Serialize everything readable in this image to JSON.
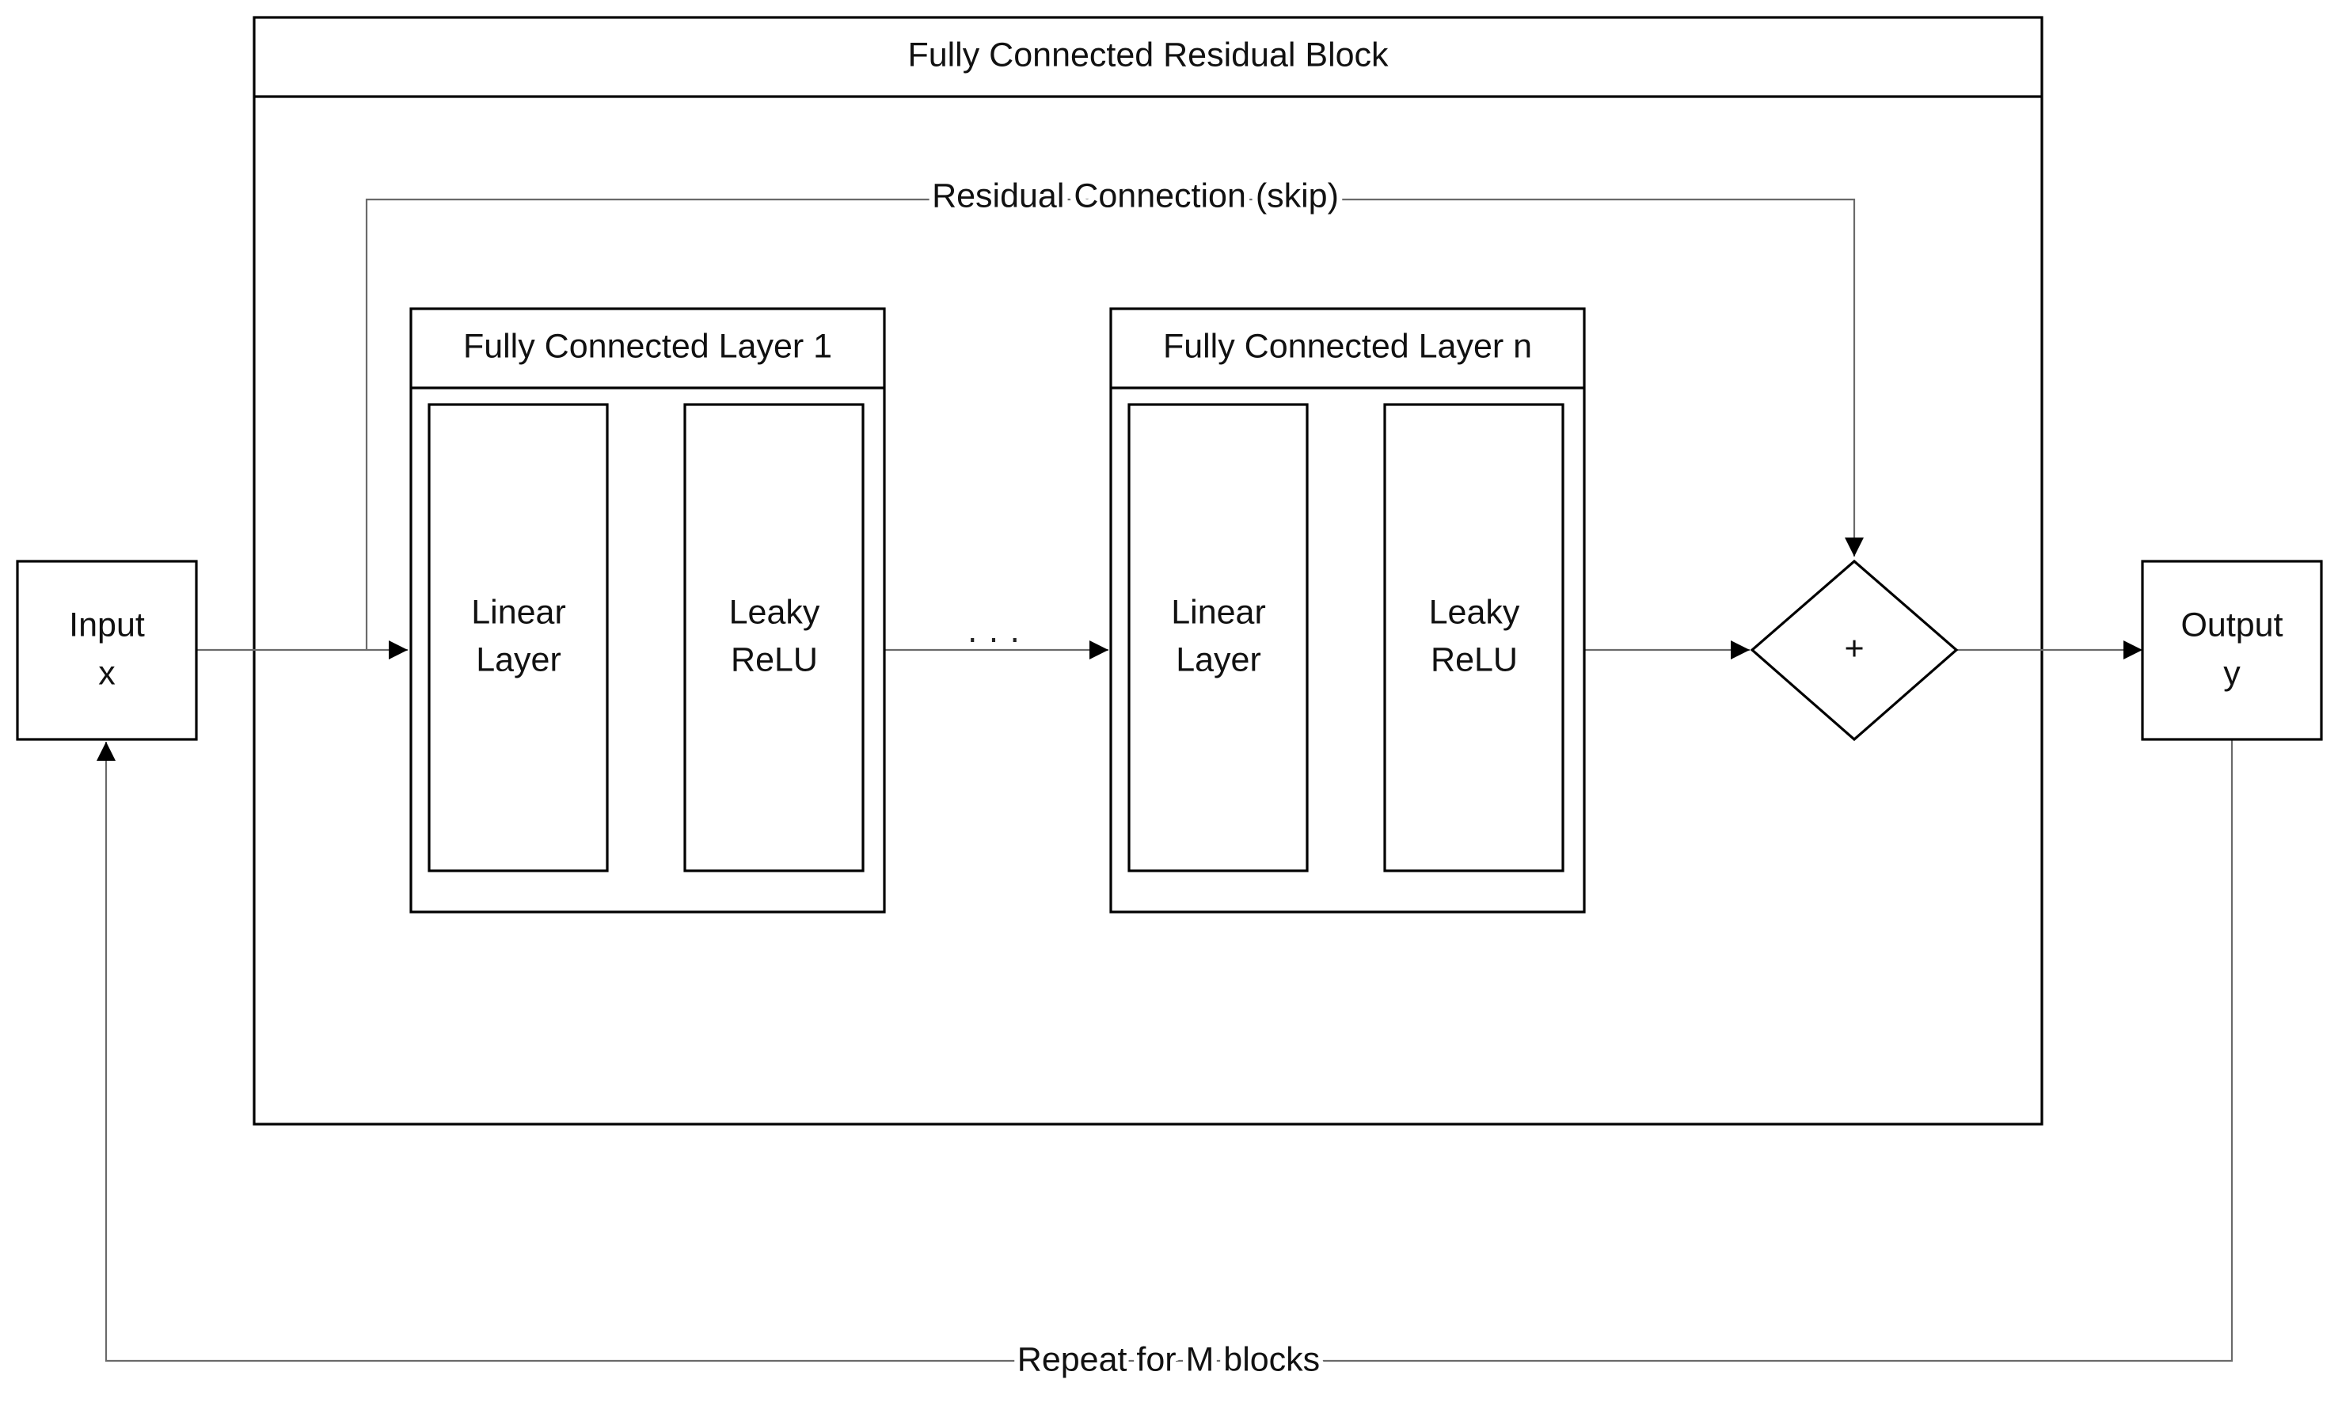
{
  "diagram": {
    "block_title": "Fully Connected Residual Block",
    "residual_label": "Residual Connection (skip)",
    "repeat_label": "Repeat for M blocks",
    "input": {
      "line1": "Input",
      "line2": "x"
    },
    "output": {
      "line1": "Output",
      "line2": "y"
    },
    "layer1": {
      "title": "Fully Connected Layer 1",
      "linear": {
        "line1": "Linear",
        "line2": "Layer"
      },
      "activation": {
        "line1": "Leaky",
        "line2": "ReLU"
      }
    },
    "layern": {
      "title": "Fully Connected Layer n",
      "linear": {
        "line1": "Linear",
        "line2": "Layer"
      },
      "activation": {
        "line1": "Leaky",
        "line2": "ReLU"
      }
    },
    "ellipsis": "...",
    "sum_symbol": "+"
  }
}
